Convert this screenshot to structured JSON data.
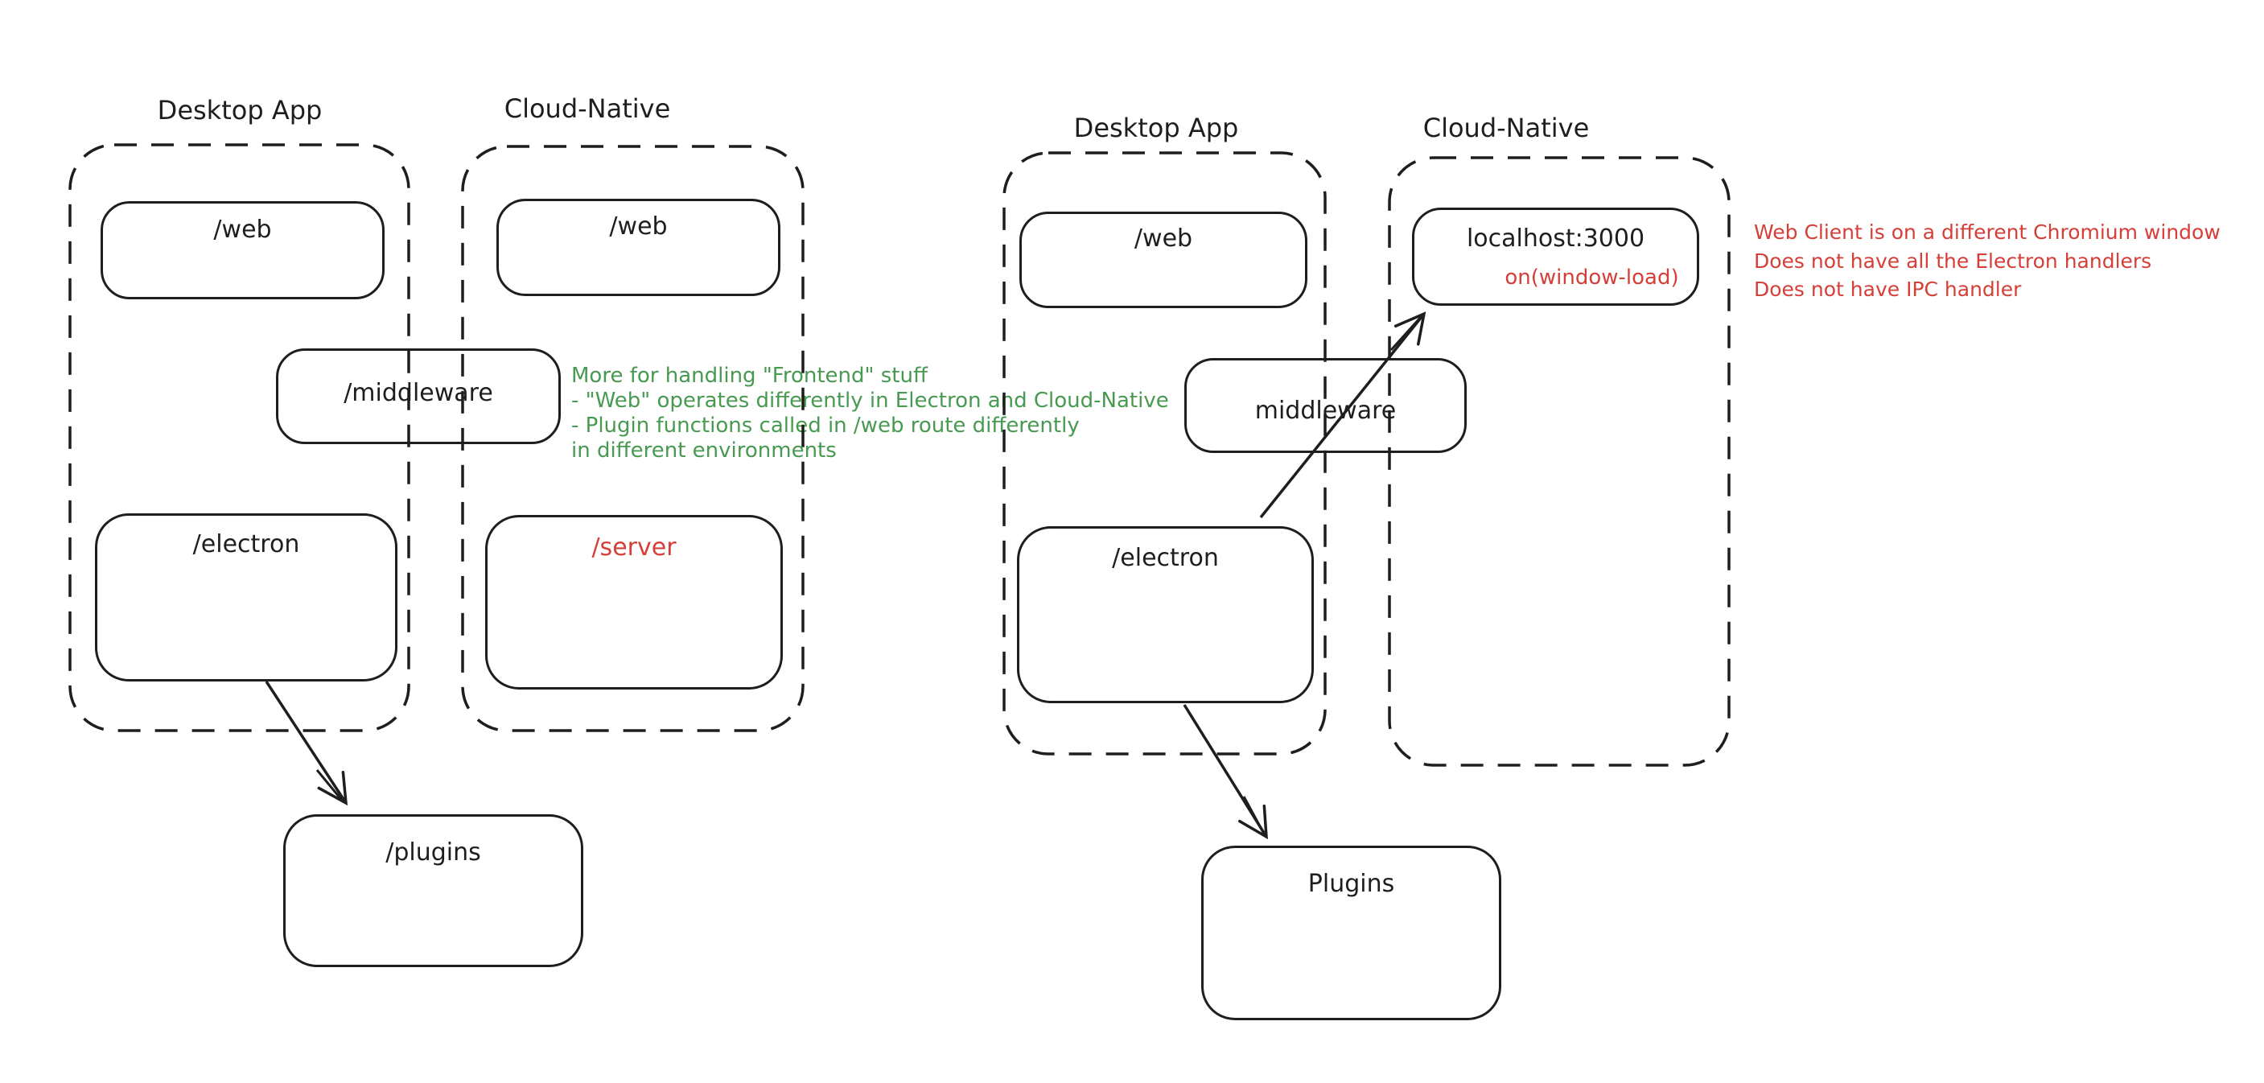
{
  "colors": {
    "ink": "#1e1e1e",
    "red": "#d63f38",
    "green": "#479a50",
    "background": "#ffffff"
  },
  "left_diagram": {
    "desktop_group": {
      "label": "Desktop App",
      "web_box": "/web",
      "electron_box": "/electron"
    },
    "cloud_group": {
      "label": "Cloud-Native",
      "web_box": "/web",
      "server_box": "/server"
    },
    "middleware_box": "/middleware",
    "plugins_box": "/plugins",
    "green_note": {
      "lines": [
        "More for handling \"Frontend\" stuff",
        "- \"Web\" operates differently in Electron and Cloud-Native",
        "- Plugin functions called in /web route differently",
        "in different environments"
      ]
    }
  },
  "right_diagram": {
    "desktop_group": {
      "label": "Desktop App",
      "web_box": "/web",
      "electron_box": "/electron"
    },
    "cloud_group": {
      "label": "Cloud-Native",
      "localhost_box": {
        "title": "localhost:3000",
        "handler": "on(window-load)"
      }
    },
    "middleware_box": "middleware",
    "plugins_box": "Plugins",
    "red_note": {
      "lines": [
        "Web Client is on a different Chromium window",
        "Does not have all the Electron handlers",
        "Does not have IPC handler"
      ]
    }
  }
}
